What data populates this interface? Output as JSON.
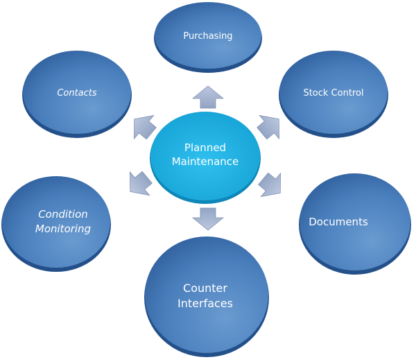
{
  "center": {
    "line1": "Planned",
    "line2": "Maintenance",
    "color": "#1eaee0"
  },
  "nodes": [
    {
      "id": "purchasing",
      "line1": "Purchasing",
      "line2": ""
    },
    {
      "id": "contacts",
      "line1": "Contacts",
      "line2": ""
    },
    {
      "id": "stock-control",
      "line1": "Stock Control",
      "line2": ""
    },
    {
      "id": "condition-monitoring",
      "line1": "Condition",
      "line2": "Monitoring"
    },
    {
      "id": "documents",
      "line1": "Documents",
      "line2": ""
    },
    {
      "id": "counter-interfaces",
      "line1": "Counter",
      "line2": "Interfaces"
    }
  ],
  "colors": {
    "node": "#3f75b3",
    "node_light": "#6a9bd0",
    "arrow": "#a9b7d2"
  }
}
